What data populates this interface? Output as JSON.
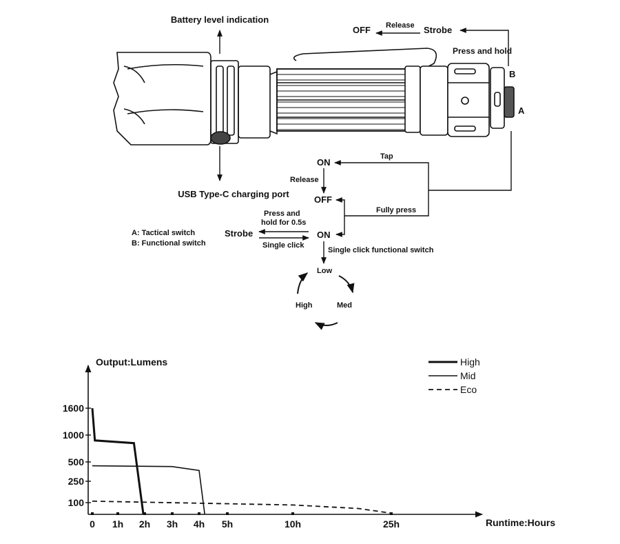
{
  "diagram": {
    "callouts": {
      "battery": "Battery level indication",
      "usb": "USB Type-C charging port",
      "switch_a": "A",
      "switch_b": "B"
    },
    "top_flow": {
      "off": "OFF",
      "release": "Release",
      "strobe": "Strobe",
      "press_hold": "Press and hold"
    },
    "mid_flow": {
      "on_1": "ON",
      "tap": "Tap",
      "release": "Release",
      "off": "OFF",
      "fully_press": "Fully press",
      "on_2": "ON",
      "strobe": "Strobe",
      "press_hold_line1": "Press and",
      "press_hold_line2": "hold for 0.5s",
      "single_click": "Single click",
      "single_click_functional": "Single click functional switch"
    },
    "cycle": {
      "low": "Low",
      "med": "Med",
      "high": "High"
    },
    "legend_notes": {
      "a": "A: Tactical switch",
      "b": "B: Functional switch"
    }
  },
  "chart_data": {
    "type": "line",
    "ylabel": "Output:Lumens",
    "xlabel": "Runtime:Hours",
    "x_ticks": [
      "0",
      "1h",
      "2h",
      "3h",
      "4h",
      "5h",
      "10h",
      "25h"
    ],
    "y_ticks": [
      "100",
      "250",
      "500",
      "1000",
      "1600"
    ],
    "series": [
      {
        "name": "High",
        "style": "thick-solid",
        "points": [
          [
            0,
            1600
          ],
          [
            0.1,
            900
          ],
          [
            1.6,
            850
          ],
          [
            1.95,
            0
          ]
        ]
      },
      {
        "name": "Mid",
        "style": "solid",
        "points": [
          [
            0,
            450
          ],
          [
            3,
            440
          ],
          [
            4,
            390
          ],
          [
            4.2,
            0
          ]
        ]
      },
      {
        "name": "Eco",
        "style": "dashed",
        "points": [
          [
            0,
            110
          ],
          [
            10,
            80
          ],
          [
            20,
            50
          ],
          [
            25,
            10
          ]
        ]
      }
    ],
    "legend_position": "top-right"
  }
}
